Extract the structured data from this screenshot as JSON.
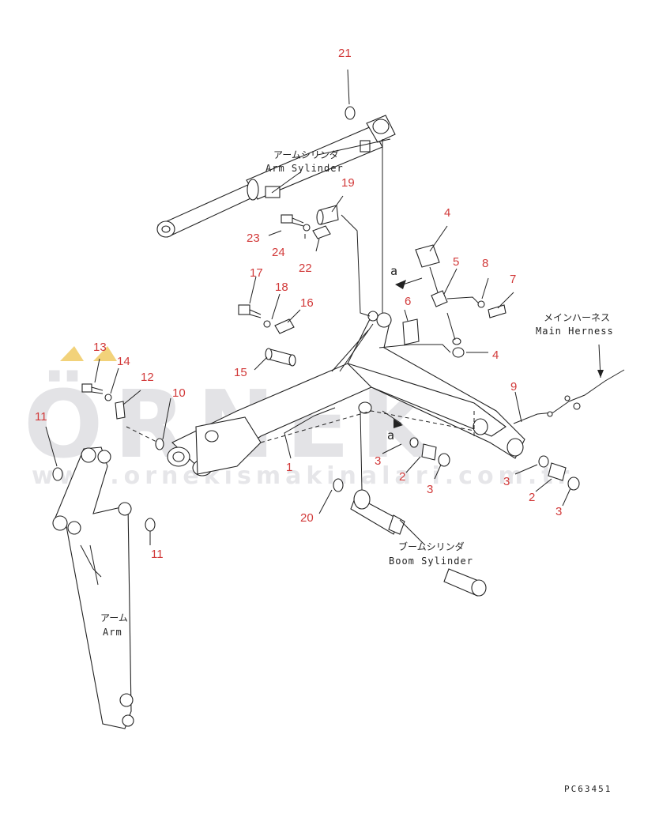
{
  "watermark": {
    "brand": "ÖRNEK",
    "site": "www.ornekismakinalari.com.tr",
    "accent_color": "#f2d27a",
    "text_color": "#e3e3e6"
  },
  "drawing_code": "PC63451",
  "labels": {
    "arm_cylinder_jp": "アームシリンダ",
    "arm_cylinder_en": "Arm Sylinder",
    "boom_cylinder_jp": "ブームシリンダ",
    "boom_cylinder_en": "Boom Sylinder",
    "arm_jp": "アーム",
    "arm_en": "Arm",
    "main_harness_jp": "メインハーネス",
    "main_harness_en": "Main Herness",
    "view_a_top": "a",
    "view_a_bottom": "a"
  },
  "callouts": [
    {
      "id": "c21",
      "text": "21"
    },
    {
      "id": "c19",
      "text": "19"
    },
    {
      "id": "c4a",
      "text": "4"
    },
    {
      "id": "c5",
      "text": "5"
    },
    {
      "id": "c8",
      "text": "8"
    },
    {
      "id": "c7",
      "text": "7"
    },
    {
      "id": "c23",
      "text": "23"
    },
    {
      "id": "c24",
      "text": "24"
    },
    {
      "id": "c22",
      "text": "22"
    },
    {
      "id": "c17",
      "text": "17"
    },
    {
      "id": "c18",
      "text": "18"
    },
    {
      "id": "c16",
      "text": "16"
    },
    {
      "id": "c6",
      "text": "6"
    },
    {
      "id": "c4b",
      "text": "4"
    },
    {
      "id": "c13",
      "text": "13"
    },
    {
      "id": "c14",
      "text": "14"
    },
    {
      "id": "c12",
      "text": "12"
    },
    {
      "id": "c15",
      "text": "15"
    },
    {
      "id": "c10",
      "text": "10"
    },
    {
      "id": "c9",
      "text": "9"
    },
    {
      "id": "c11a",
      "text": "11"
    },
    {
      "id": "c1",
      "text": "1"
    },
    {
      "id": "c3a",
      "text": "3"
    },
    {
      "id": "c2a",
      "text": "2"
    },
    {
      "id": "c3b",
      "text": "3"
    },
    {
      "id": "c3c",
      "text": "3"
    },
    {
      "id": "c2b",
      "text": "2"
    },
    {
      "id": "c3d",
      "text": "3"
    },
    {
      "id": "c20",
      "text": "20"
    },
    {
      "id": "c11b",
      "text": "11"
    }
  ]
}
